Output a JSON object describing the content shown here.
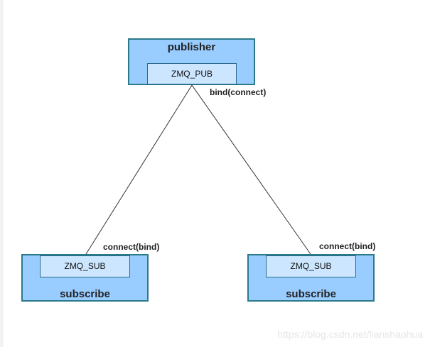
{
  "publisher": {
    "title": "publisher",
    "socket": "ZMQ_PUB",
    "edge_label": "bind(connect)"
  },
  "subscribers": [
    {
      "title": "subscribe",
      "socket": "ZMQ_SUB",
      "edge_label": "connect(bind)"
    },
    {
      "title": "subscribe",
      "socket": "ZMQ_SUB",
      "edge_label": "connect(bind)"
    }
  ],
  "watermark": "https://blog.csdn.net/lianshaohua"
}
